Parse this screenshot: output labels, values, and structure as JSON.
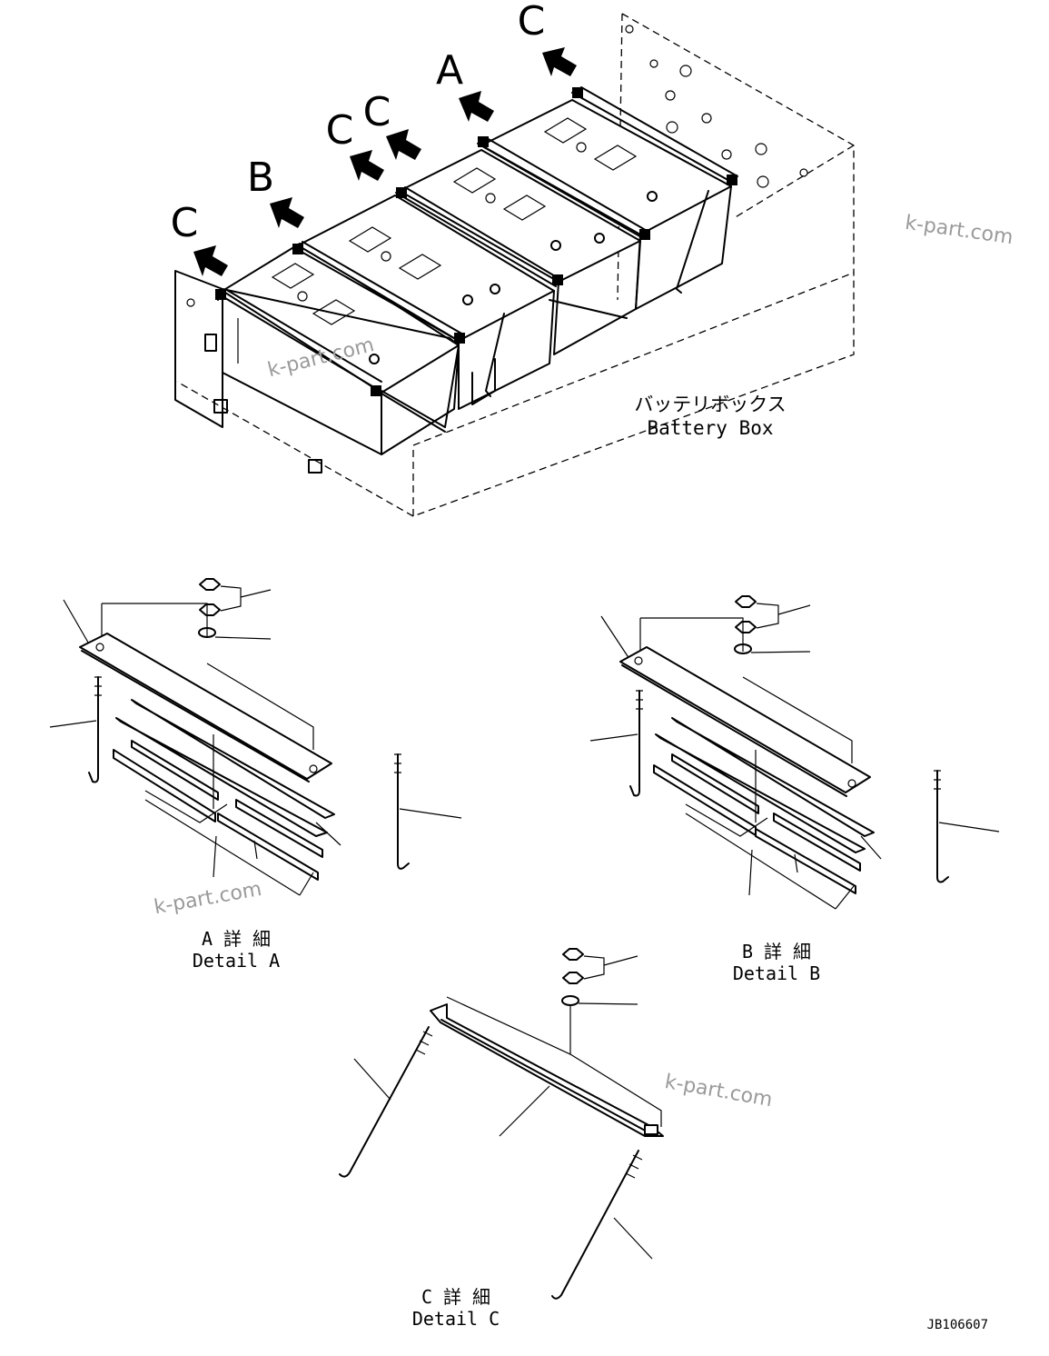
{
  "callouts": {
    "c1": "C",
    "a": "A",
    "c2": "C",
    "c3": "C",
    "b": "B",
    "c4": "C"
  },
  "battery_box_label": {
    "jp": "バッテリボックス",
    "en": "Battery Box"
  },
  "details": {
    "a": {
      "jp": "A 詳 細",
      "en": "Detail A"
    },
    "b": {
      "jp": "B 詳 細",
      "en": "Detail B"
    },
    "c": {
      "jp": "C 詳 細",
      "en": "Detail C"
    }
  },
  "watermarks": [
    "k-part.com",
    "k-part.com",
    "k-part.com",
    "k-part.com"
  ],
  "drawing_number": "JB106607"
}
